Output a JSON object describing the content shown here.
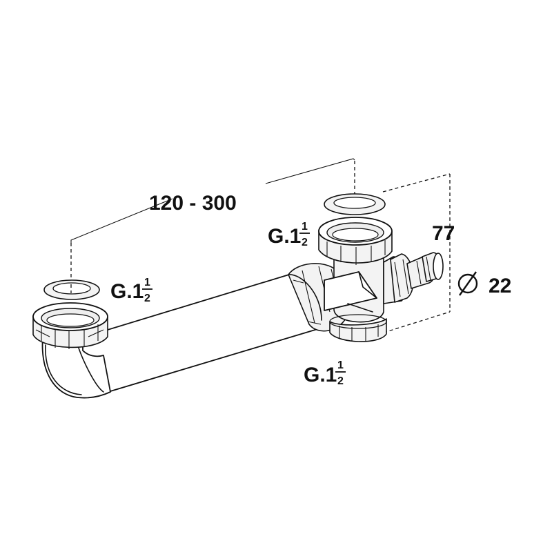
{
  "dimensions": {
    "distance_range": "120 - 300",
    "height": "77",
    "diameter_symbol": "Ø",
    "diameter_value": "22"
  },
  "threads": {
    "left_inlet": {
      "prefix": "G.1",
      "numerator": "1",
      "denominator": "2"
    },
    "right_inlet": {
      "prefix": "G.1",
      "numerator": "1",
      "denominator": "2"
    },
    "outlet": {
      "prefix": "G.1",
      "numerator": "1",
      "denominator": "2"
    }
  },
  "icons": {
    "diameter": "diameter-symbol-icon"
  }
}
